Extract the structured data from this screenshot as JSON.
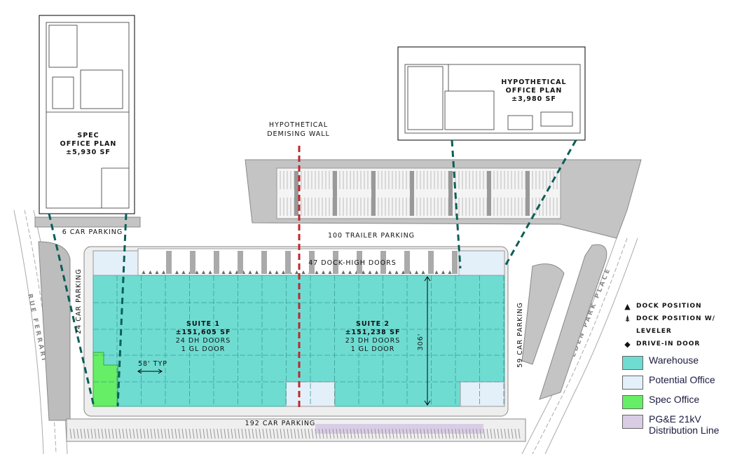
{
  "plans": {
    "spec_office": {
      "title1": "SPEC",
      "title2": "OFFICE PLAN",
      "area": "±5,930 SF"
    },
    "hypothetical_office": {
      "title1": "HYPOTHETICAL",
      "title2": "OFFICE PLAN",
      "area": "±3,980 SF"
    }
  },
  "labels": {
    "demising_wall_1": "HYPOTHETICAL",
    "demising_wall_2": "DEMISING WALL",
    "trailer_parking": "100 TRAILER PARKING",
    "dock_doors": "47 DOCK-HIGH DOORS",
    "car_parking_6": "6 CAR PARKING",
    "car_parking_24": "24 CAR PARKING",
    "car_parking_59": "59 CAR PARKING",
    "car_parking_192": "192 CAR PARKING",
    "typ": "58' TYP",
    "depth": "306'",
    "road_left": "RUE FERRARI",
    "road_right": "EDEN PARK PLACE"
  },
  "suites": [
    {
      "name": "SUITE 1",
      "area": "±151,605 SF",
      "doors": "24 DH DOORS",
      "gl": "1 GL DOOR"
    },
    {
      "name": "SUITE 2",
      "area": "±151,238 SF",
      "doors": "23 DH DOORS",
      "gl": "1 GL DOOR"
    }
  ],
  "legend": {
    "symbols": [
      {
        "icon": "triangle",
        "glyph": "▲",
        "label": "DOCK POSITION"
      },
      {
        "icon": "triangle-leveler",
        "glyph": "⍋",
        "label": "DOCK POSITION W/"
      },
      {
        "icon": "",
        "glyph": "",
        "label": "LEVELER"
      },
      {
        "icon": "diamond",
        "glyph": "◆",
        "label": "DRIVE-IN DOOR"
      }
    ],
    "swatches": [
      {
        "label": "Warehouse",
        "color": "#6fdcd2"
      },
      {
        "label": "Potential Office",
        "color": "#e3f0fa"
      },
      {
        "label": "Spec Office",
        "color": "#66ee66"
      },
      {
        "label": "PG&E 21kV Distribution Line",
        "color": "#d9cde6"
      }
    ]
  },
  "colors": {
    "warehouse": "#6fdcd2",
    "potential_office": "#e3f0fa",
    "spec_office": "#66ee66",
    "pge_line": "#d9cde6",
    "demising_wall": "#c0262b",
    "callout": "#0b5e58",
    "paving": "#bdbdbd"
  }
}
